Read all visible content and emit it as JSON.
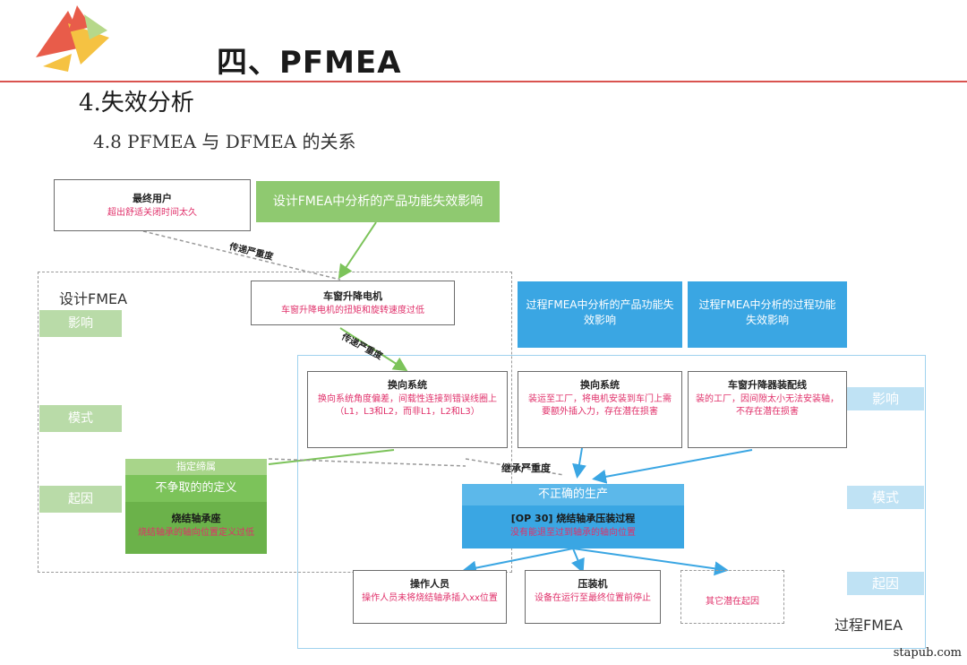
{
  "header": {
    "title": "四、PFMEA",
    "subtitle": "4.失效分析",
    "section": "4.8 PFMEA 与 DFMEA 的关系"
  },
  "top_left_box": {
    "heading": "最终用户",
    "text": "超出舒适关闭时间太久"
  },
  "dfmea_banner": "设计FMEA中分析的产品功能失效影响",
  "arrow_labels": {
    "pass1": "传递严重度",
    "pass2": "传递严重度",
    "inherit": "继承严重度"
  },
  "dfmea": {
    "label": "设计FMEA",
    "tab_effect": "影响",
    "tab_mode": "模式",
    "tab_cause": "起因"
  },
  "motor_box": {
    "heading": "车窗升降电机",
    "text": "车窗升降电机的扭矩和旋转速度过低"
  },
  "commutation_left": {
    "heading": "换向系统",
    "text": "换向系统角度偏差，间载性连接到错误线圈上（L1，L3和L2，而非L1，L2和L3）"
  },
  "green_stack": {
    "top": "指定缔属",
    "middle": "不争取的的定义",
    "bottom_heading": "烧结轴承座",
    "bottom_text": "烧结轴承的轴向位置定义过低"
  },
  "pfmea_blue1": "过程FMEA中分析的产品功能失效影响",
  "pfmea_blue2": "过程FMEA中分析的过程功能失效影响",
  "commutation_right": {
    "heading": "换向系统",
    "text": "装运至工厂，将电机安装到车门上需要额外插入力，存在潜在损害"
  },
  "assembly_line": {
    "heading": "车窗升降器装配线",
    "text": "装的工厂，因间隙太小无法安装轴，不存在潜在损害"
  },
  "center_blue": {
    "top": "不正确的生产",
    "heading": "[OP 30] 烧结轴承压装过程",
    "text": "没有能退至过到轴承的轴向位置"
  },
  "bottom_boxes": [
    {
      "heading": "操作人员",
      "text": "操作人员未将烧结轴承插入xx位置"
    },
    {
      "heading": "压装机",
      "text": "设备在运行至最终位置前停止"
    },
    {
      "heading": "",
      "text": "其它潜在起因"
    }
  ],
  "pfmea": {
    "label": "过程FMEA",
    "tab_effect": "影响",
    "tab_mode": "模式",
    "tab_cause": "起因"
  },
  "watermark": "stapub.com",
  "colors": {
    "accent_red": "#d9534f",
    "green": "#7cc35a",
    "blue": "#3aa6e3",
    "pink_text": "#e0306a"
  }
}
